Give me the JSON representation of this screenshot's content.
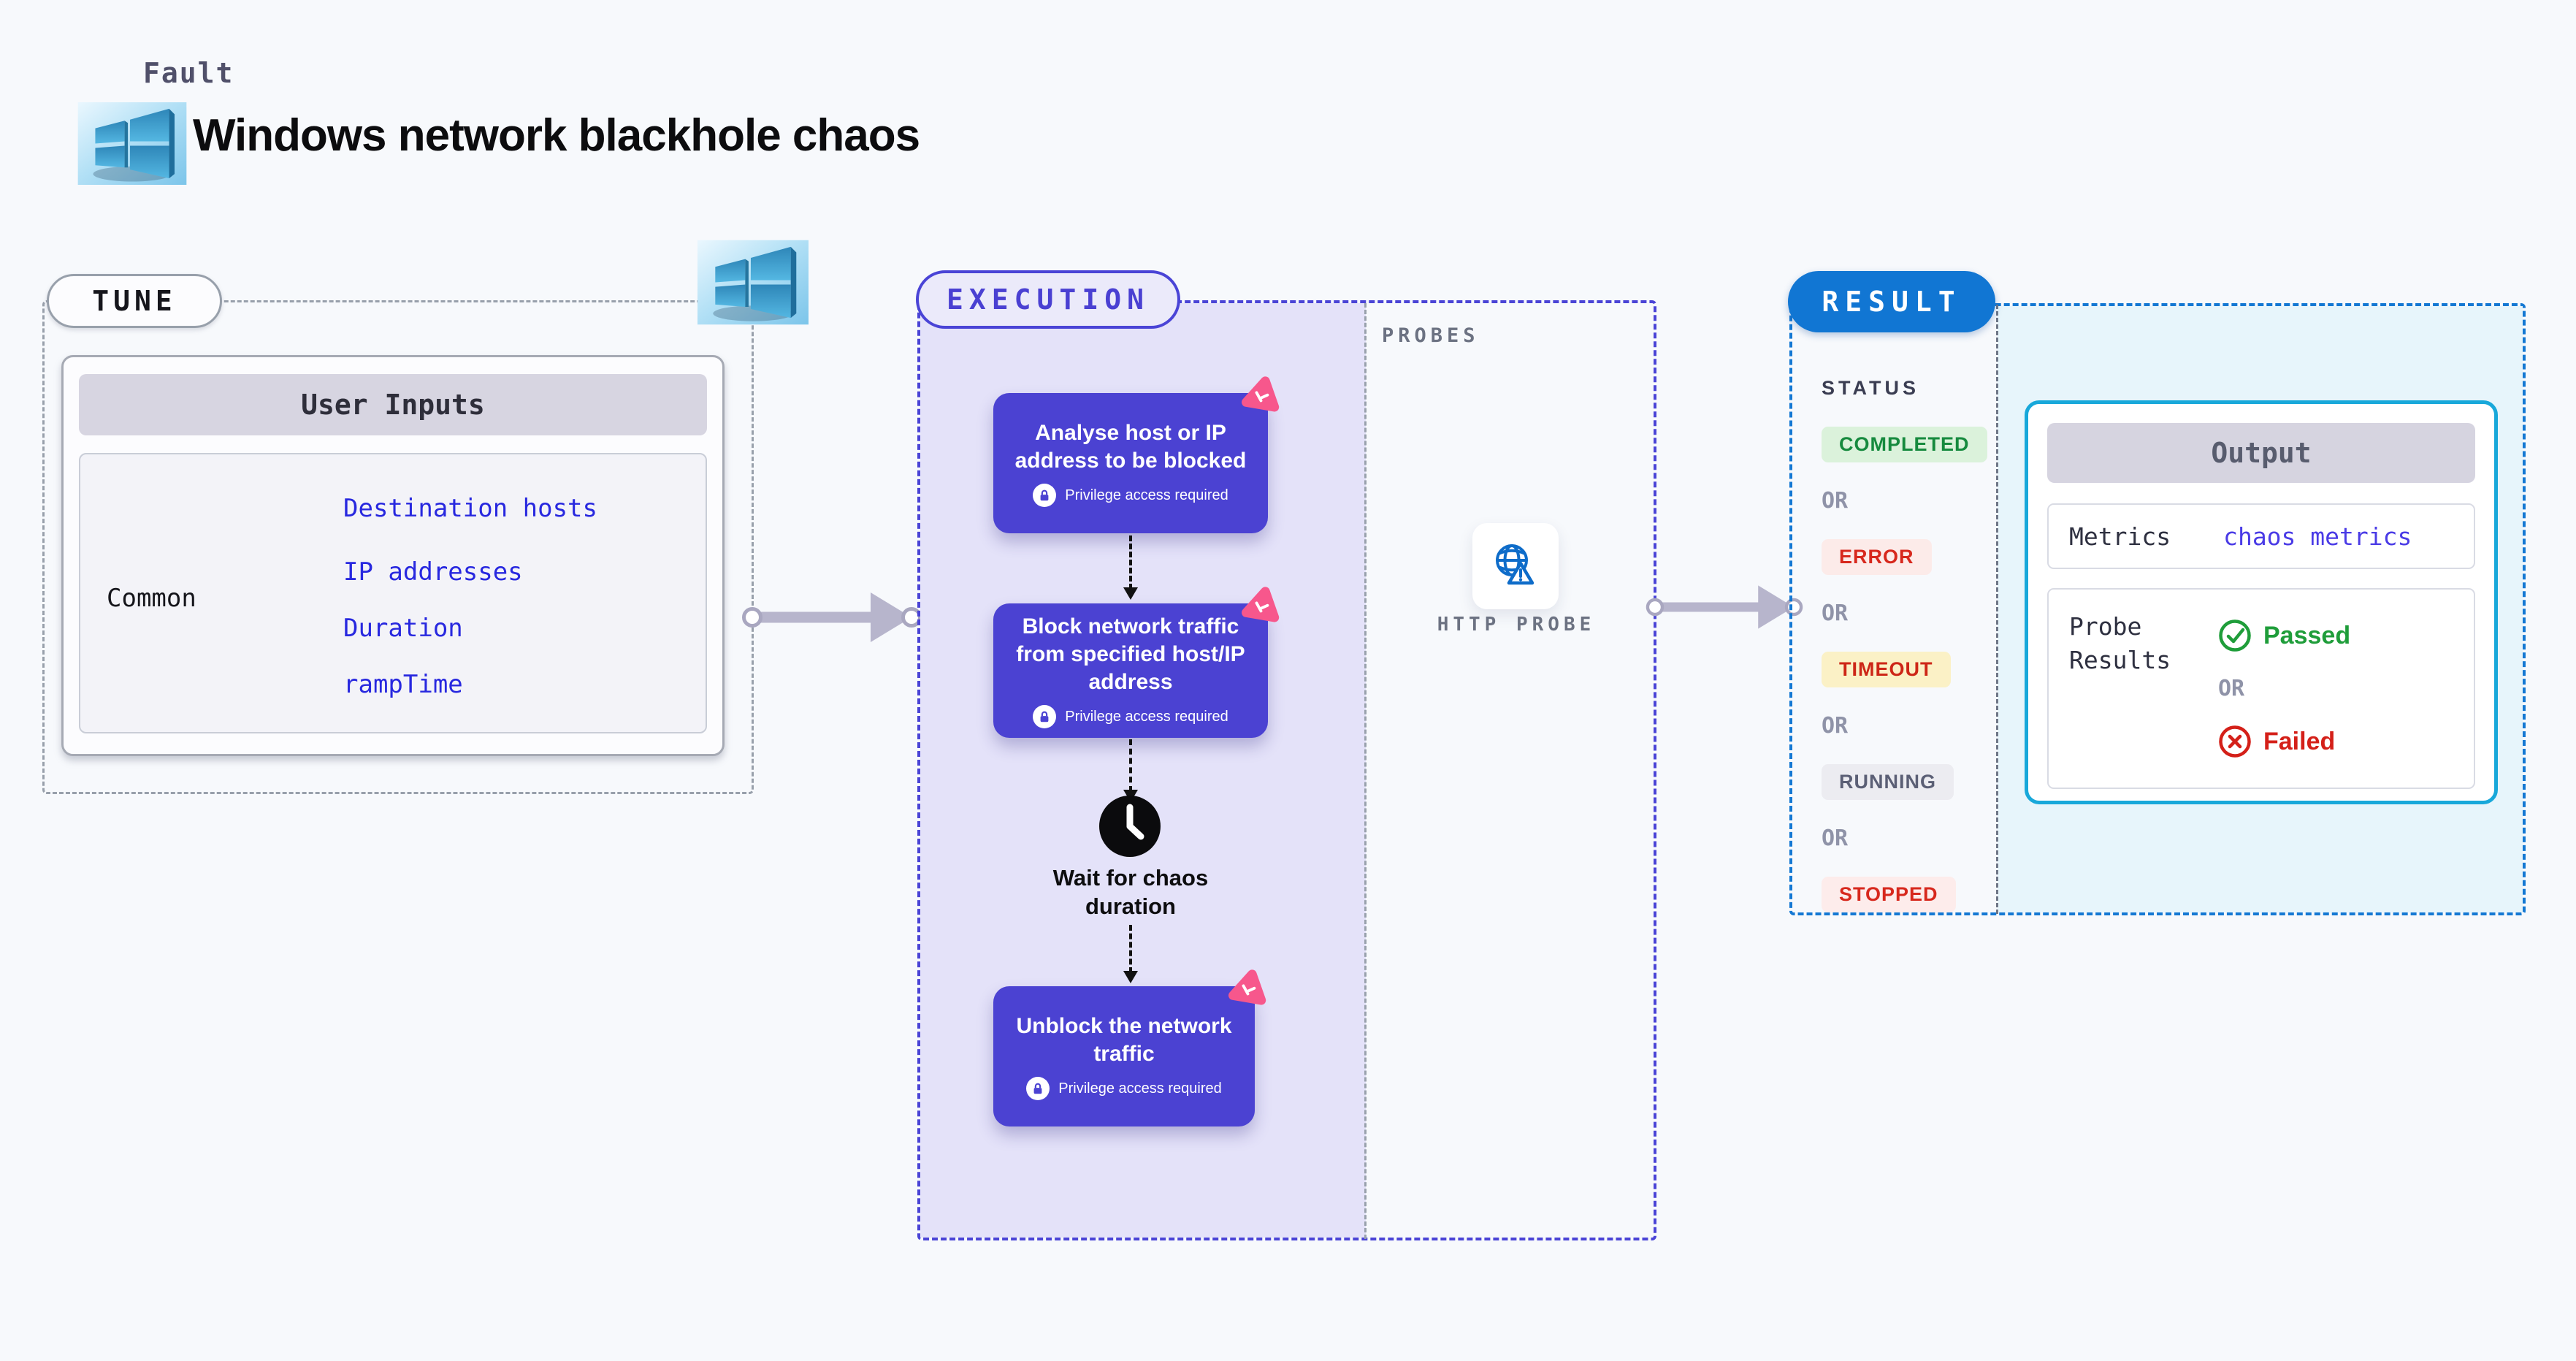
{
  "header": {
    "kicker": "Fault",
    "title": "Windows network blackhole chaos"
  },
  "tune": {
    "badge": "TUNE",
    "card_header": "User Inputs",
    "row_label": "Common",
    "links": [
      "Destination hosts",
      "IP addresses",
      "Duration",
      "rampTime"
    ]
  },
  "execution": {
    "badge": "EXECUTION",
    "privilege_note": "Privilege access required",
    "wait_label": "Wait for chaos duration",
    "steps": [
      {
        "title": "Analyse host or IP address to be blocked"
      },
      {
        "title": "Block network traffic from specified host/IP address"
      },
      {
        "title": "Unblock the network traffic"
      }
    ]
  },
  "probes": {
    "heading": "PROBES",
    "probe_label": "HTTP PROBE"
  },
  "result": {
    "badge": "RESULT",
    "status_heading": "STATUS",
    "or_label": "OR",
    "statuses": [
      {
        "label": "COMPLETED",
        "fg": "#168A3E",
        "bg": "#DBF2DB"
      },
      {
        "label": "ERROR",
        "fg": "#D7281D",
        "bg": "#FCEBE9"
      },
      {
        "label": "TIMEOUT",
        "fg": "#CD2617",
        "bg": "#FBF1C6"
      },
      {
        "label": "RUNNING",
        "fg": "#5B5F75",
        "bg": "#ECECF1"
      },
      {
        "label": "STOPPED",
        "fg": "#D7281D",
        "bg": "#FDECEB"
      }
    ],
    "output": {
      "header": "Output",
      "metrics_label": "Metrics",
      "metrics_link": "chaos metrics",
      "probe_results_label": "Probe Results",
      "passed": "Passed",
      "failed": "Failed"
    }
  },
  "icons": {
    "windows": "windows-logo-icon",
    "lock": "lock-icon",
    "clock": "clock-icon",
    "http_probe": "globe-warning-icon",
    "chaos_corner": "chaos-scenario-icon",
    "passed": "check-circle-icon",
    "failed": "x-circle-icon"
  },
  "colors": {
    "page_bg": "#F7F9FC",
    "step_card": "#4B42D2",
    "execution_border": "#4A44D6",
    "execution_bg": "#E4E2F9",
    "tune_dash": "#98A0AB",
    "result_pill": "#1176D3",
    "result_dash": "#1478D3",
    "result_right_bg": "#E7F5FB",
    "output_border": "#18A8DA",
    "tune_link": "#2828DF",
    "metrics_link": "#4A3BE6",
    "chaos_pink": "#F7578C",
    "connector": "#B7B5CC"
  }
}
